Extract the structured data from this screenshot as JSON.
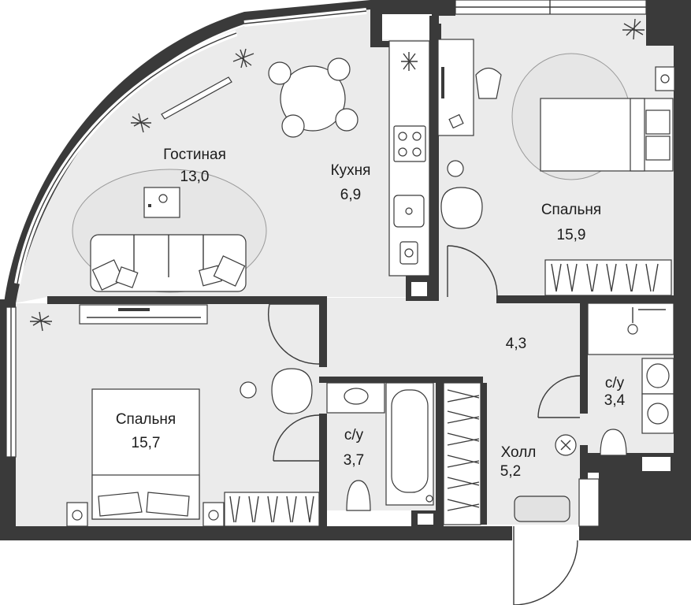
{
  "rooms": {
    "living": {
      "name": "Гостиная",
      "area": "13,0"
    },
    "kitchen": {
      "name": "Кухня",
      "area": "6,9"
    },
    "bedroom1": {
      "name": "Спальня",
      "area": "15,9"
    },
    "corridor": {
      "area": "4,3"
    },
    "bath1": {
      "name": "с/у",
      "area": "3,4"
    },
    "bedroom2": {
      "name": "Спальня",
      "area": "15,7"
    },
    "bath2": {
      "name": "с/у",
      "area": "3,7"
    },
    "hall": {
      "name": "Холл",
      "area": "5,2"
    }
  },
  "colors": {
    "wall": "#3a3a3a",
    "floor": "#ebebeb",
    "furniture": "#ffffff"
  }
}
